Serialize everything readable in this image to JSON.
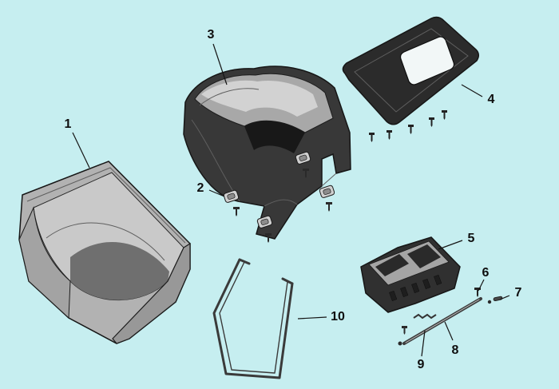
{
  "diagram": {
    "background": "#c6eef0",
    "ink": "#151515",
    "part_fill_dark": "#343434",
    "part_fill_light": "#b4b4b4",
    "callouts": [
      {
        "label": "1"
      },
      {
        "label": "2"
      },
      {
        "label": "3"
      },
      {
        "label": "4"
      },
      {
        "label": "5"
      },
      {
        "label": "6"
      },
      {
        "label": "7"
      },
      {
        "label": "8"
      },
      {
        "label": "9"
      },
      {
        "label": "10"
      }
    ]
  }
}
